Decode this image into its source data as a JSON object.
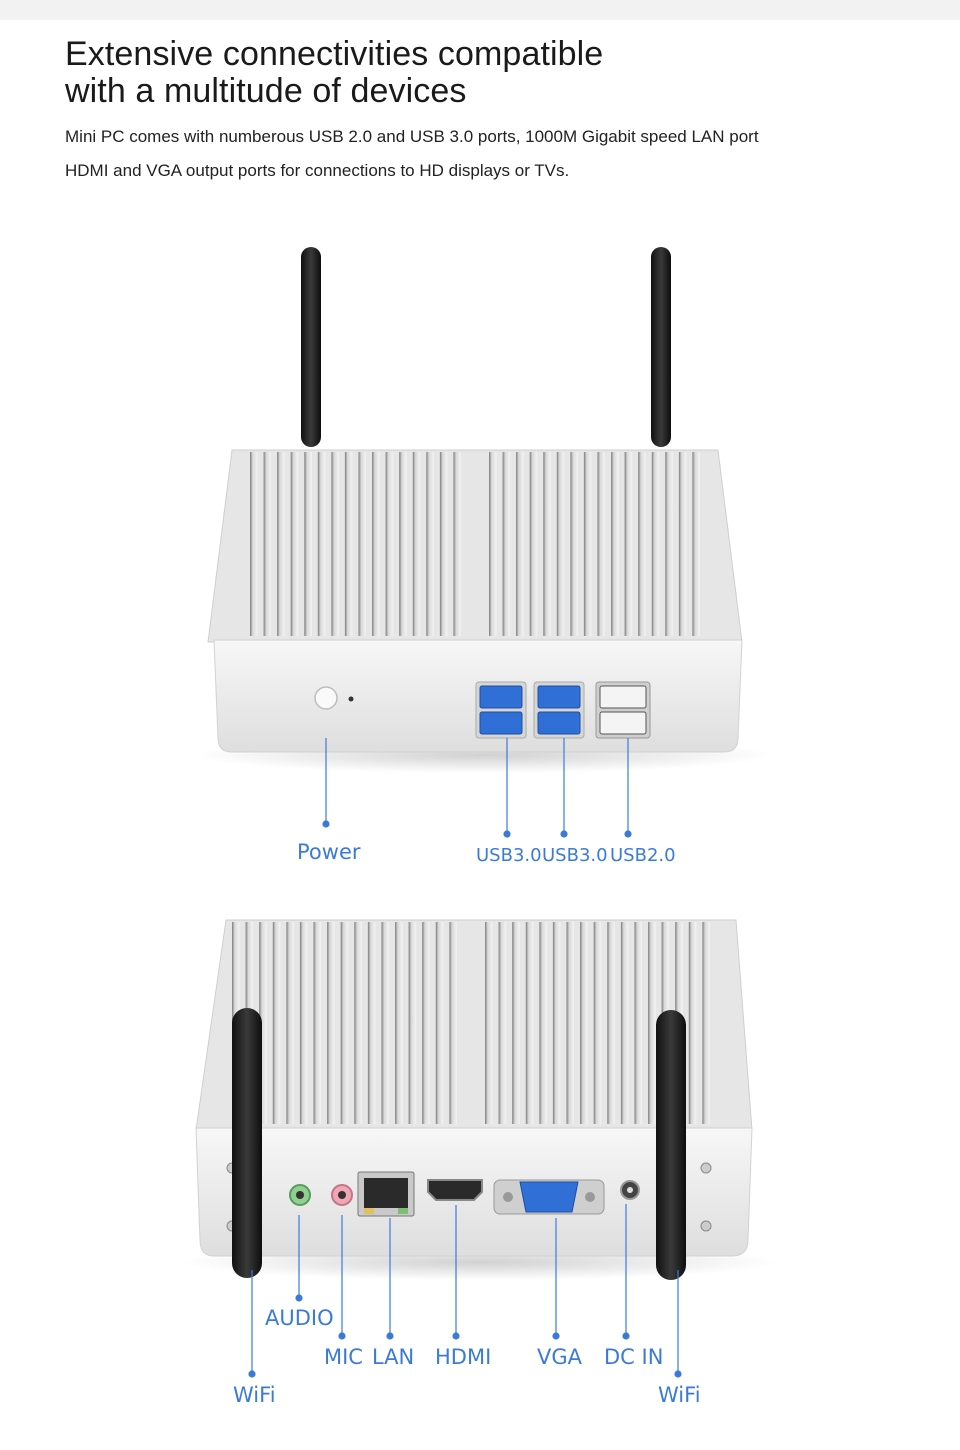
{
  "heading": {
    "line1": "Extensive connectivities compatible",
    "line2": "with a multitude of devices"
  },
  "description": {
    "line1": "Mini PC comes with numberous USB 2.0 and USB 3.0 ports, 1000M Gigabit speed LAN port",
    "line2": "HDMI and VGA output ports for connections to HD displays or TVs."
  },
  "front_panel": {
    "power_label": "Power",
    "usb_a_label": "USB3.0",
    "usb_b_label": "USB3.0",
    "usb_c_label": "USB2.0"
  },
  "rear_panel": {
    "audio_label": "AUDIO",
    "mic_label": "MIC",
    "lan_label": "LAN",
    "hdmi_label": "HDMI",
    "vga_label": "VGA",
    "dcin_label": "DC IN",
    "wifi_left_label": "WiFi",
    "wifi_right_label": "WiFi"
  },
  "colors": {
    "callout": "#3b7bd8",
    "usb3_port": "#2f6fd6",
    "chassis": "#e9e9e9"
  }
}
